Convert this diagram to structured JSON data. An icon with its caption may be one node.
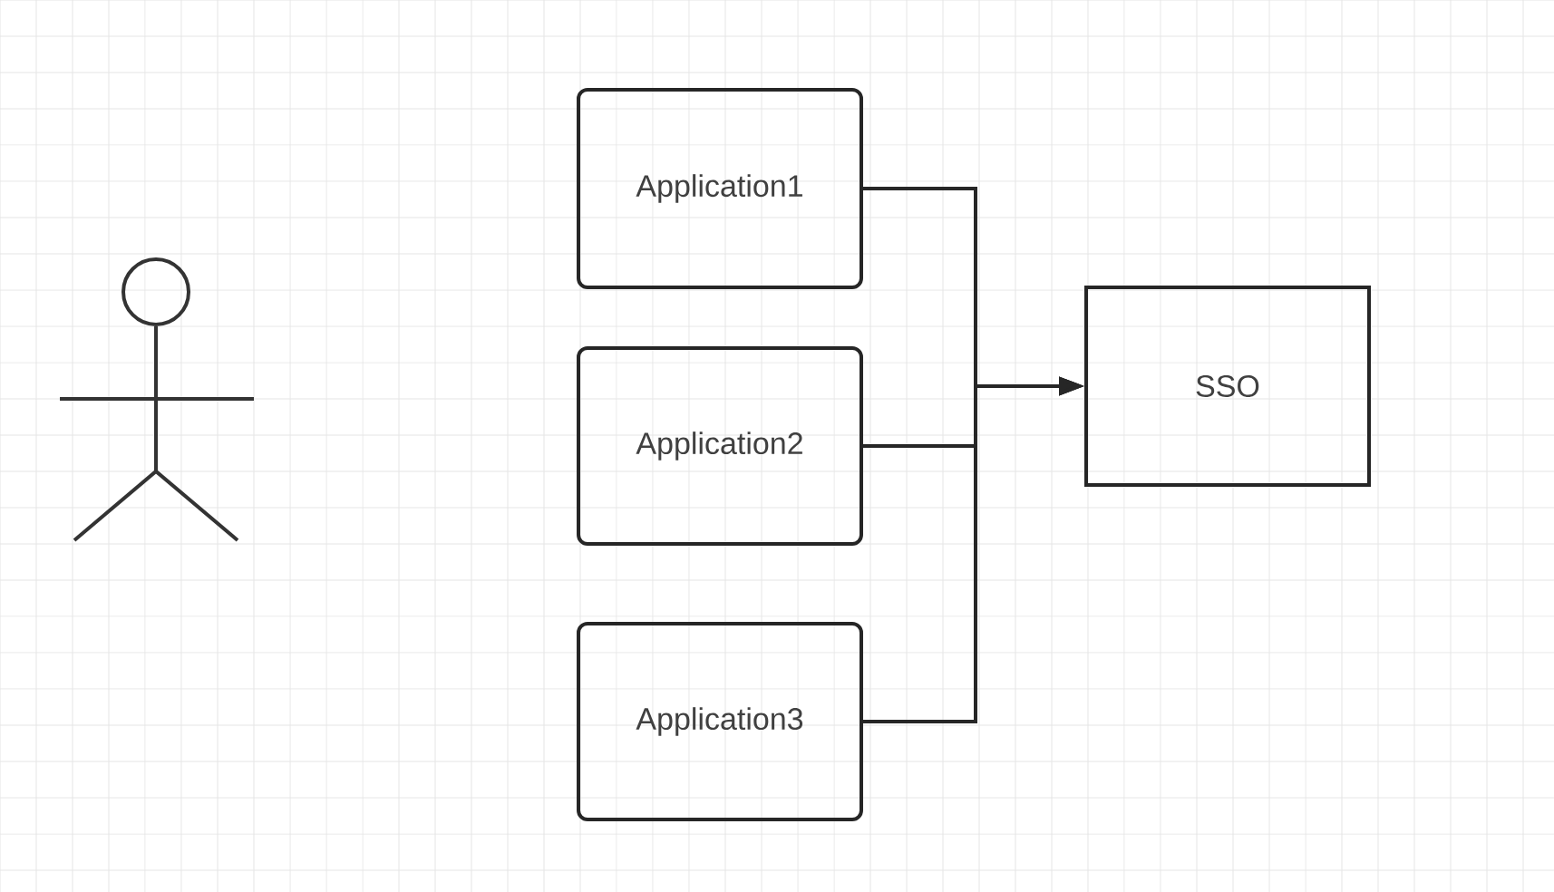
{
  "diagram": {
    "nodes": [
      {
        "text": [],
        "shape": "person"
      },
      {
        "text": [
          "Application1"
        ]
      },
      {
        "text": [
          "Application2"
        ]
      },
      {
        "text": [
          "Application3"
        ]
      },
      {
        "text": [
          "SSO"
        ]
      }
    ],
    "edges": [
      {
        "from": 1,
        "to": 4,
        "arrow": "to"
      },
      {
        "from": 2,
        "to": 4,
        "arrow": "to"
      },
      {
        "from": 3,
        "to": 4,
        "arrow": "to"
      }
    ]
  }
}
